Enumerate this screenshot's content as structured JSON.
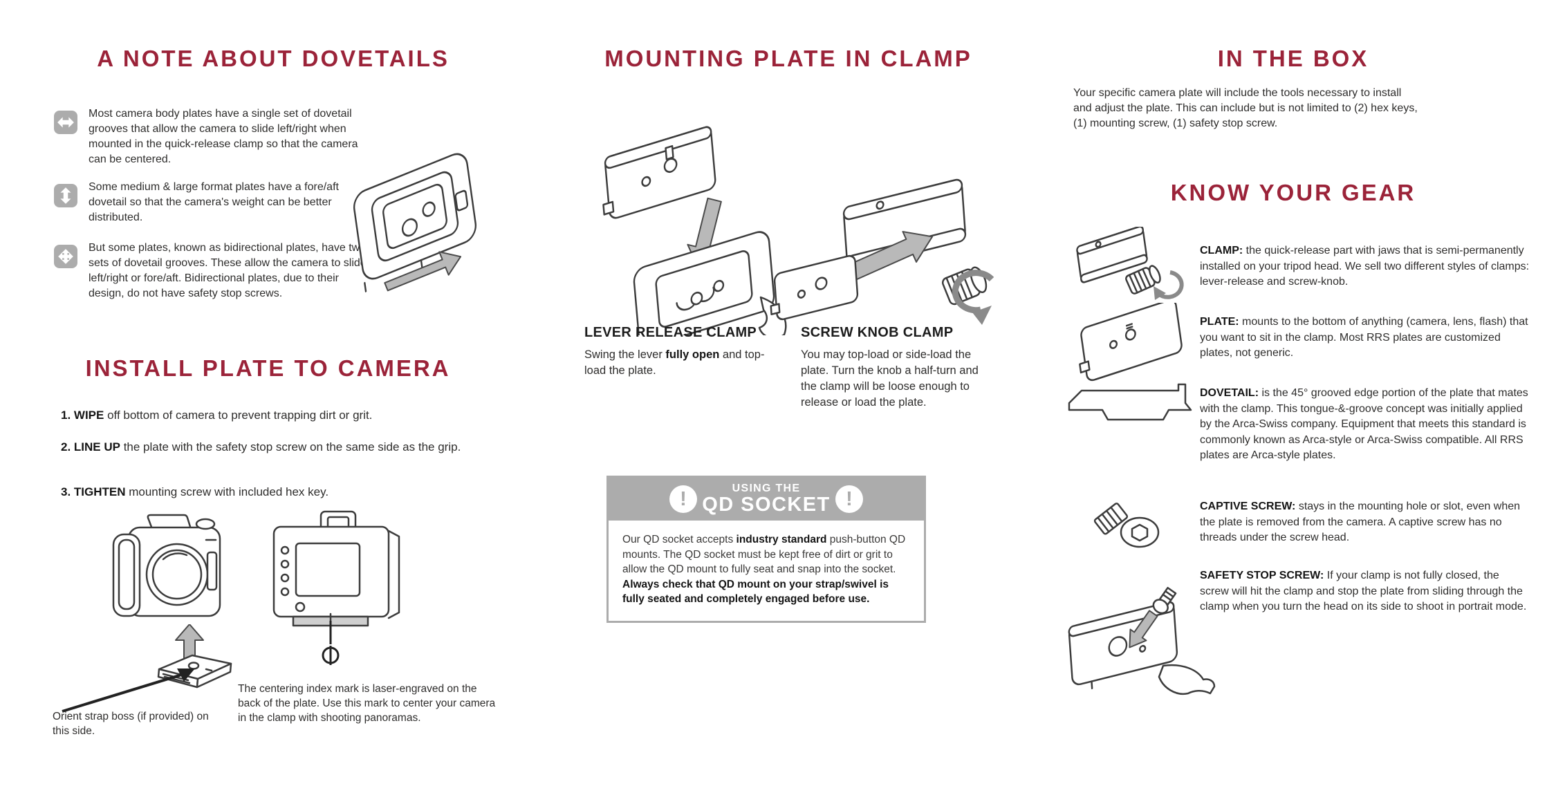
{
  "page": {
    "accent_color": "#9B2339",
    "text_color": "#2e2d2c",
    "icon_gray": "#ACACAC"
  },
  "left": {
    "dovetails": {
      "title": "A NOTE ABOUT DOVETAILS",
      "bullets": [
        {
          "icon": "arrow-left-right-icon",
          "text": "Most camera body plates have a single set of dovetail grooves that allow the camera to slide left/right when mounted in the quick-release clamp so that the camera can be centered."
        },
        {
          "icon": "arrow-up-down-icon",
          "text": "Some medium & large format plates have a fore/aft dovetail so that the camera's weight can be better distributed."
        },
        {
          "icon": "arrow-four-way-icon",
          "text": "But some plates, known as bidirectional plates, have two sets of dovetail grooves. These allow the camera to slide left/right or fore/aft. Bidirectional plates, due to their design, do not have safety stop screws."
        }
      ],
      "illustration": "bidirectional-plate-illustration"
    },
    "install": {
      "title": "INSTALL PLATE TO CAMERA",
      "steps": [
        {
          "bold": "1. WIPE",
          "rest": " off bottom of camera to prevent trapping dirt or grit."
        },
        {
          "bold": "2. LINE UP",
          "rest": " the plate with the safety stop screw on the same side as the grip."
        },
        {
          "bold": "3. TIGHTEN",
          "rest": " mounting screw with included hex key."
        }
      ],
      "caption_left": "Orient strap boss (if provided) on this side.",
      "caption_right": "The centering index mark is laser-engraved on the back of the plate. Use this mark to center your camera in the clamp with shooting panoramas."
    }
  },
  "middle": {
    "title": "MOUNTING PLATE IN CLAMP",
    "lever": {
      "heading": "LEVER RELEASE CLAMP",
      "pre": "Swing the lever ",
      "bold": "fully open",
      "post": " and top-load the plate.",
      "illustration": "lever-clamp-exploded-illustration"
    },
    "knob": {
      "heading": "SCREW KNOB CLAMP",
      "text": "You may top-load or side-load the plate. Turn the knob a half-turn and the clamp will be loose enough to release or load the plate.",
      "illustration": "screw-knob-clamp-illustration"
    },
    "qd": {
      "excl_mark": "!",
      "kicker": "USING THE",
      "title": "QD SOCKET",
      "body_pre": "Our QD socket accepts ",
      "body_bold1": "industry standard",
      "body_mid": " push-button QD mounts. The QD socket must be kept free of dirt or grit to allow the QD mount to fully seat and snap into the socket. ",
      "body_bold2": "Always check that QD mount on your strap/swivel is fully seated and completely engaged before use."
    }
  },
  "right": {
    "inbox": {
      "title": "IN THE BOX",
      "text": "Your specific camera plate will include the tools necessary to install and adjust the plate. This can include but is not limited to (2) hex keys, (1) mounting screw, (1) safety stop screw."
    },
    "gear": {
      "title": "KNOW YOUR GEAR",
      "items": [
        {
          "icon": "screw-knob-clamp-icon",
          "term": "CLAMP:",
          "desc": " the quick-release part with jaws that is semi-permanently installed on your tripod head. We sell two different styles of clamps: lever-release and screw-knob."
        },
        {
          "icon": "plate-icon",
          "term": "PLATE:",
          "desc": " mounts to the bottom of anything (camera, lens, flash) that you want to sit in the clamp. Most RRS plates are customized plates, not generic."
        },
        {
          "icon": "dovetail-profile-icon",
          "term": "DOVETAIL:",
          "desc": " is the 45° grooved edge portion of the plate that mates with the clamp. This tongue-&-groove concept was initially applied by the Arca-Swiss company. Equipment that meets this standard is commonly known as Arca-style or Arca-Swiss compatible. All RRS plates are Arca-style plates."
        },
        {
          "icon": "captive-screw-icon",
          "term": "CAPTIVE SCREW:",
          "desc": " stays in the mounting hole or slot, even when the plate is removed from the camera. A captive screw has no threads under the screw head."
        },
        {
          "icon": "safety-stop-screw-icon",
          "term": "SAFETY STOP SCREW:",
          "desc": " If your clamp is not fully closed, the screw will hit the clamp and stop the plate from sliding through the clamp when you turn the head on its side to shoot in portrait mode."
        }
      ]
    }
  }
}
